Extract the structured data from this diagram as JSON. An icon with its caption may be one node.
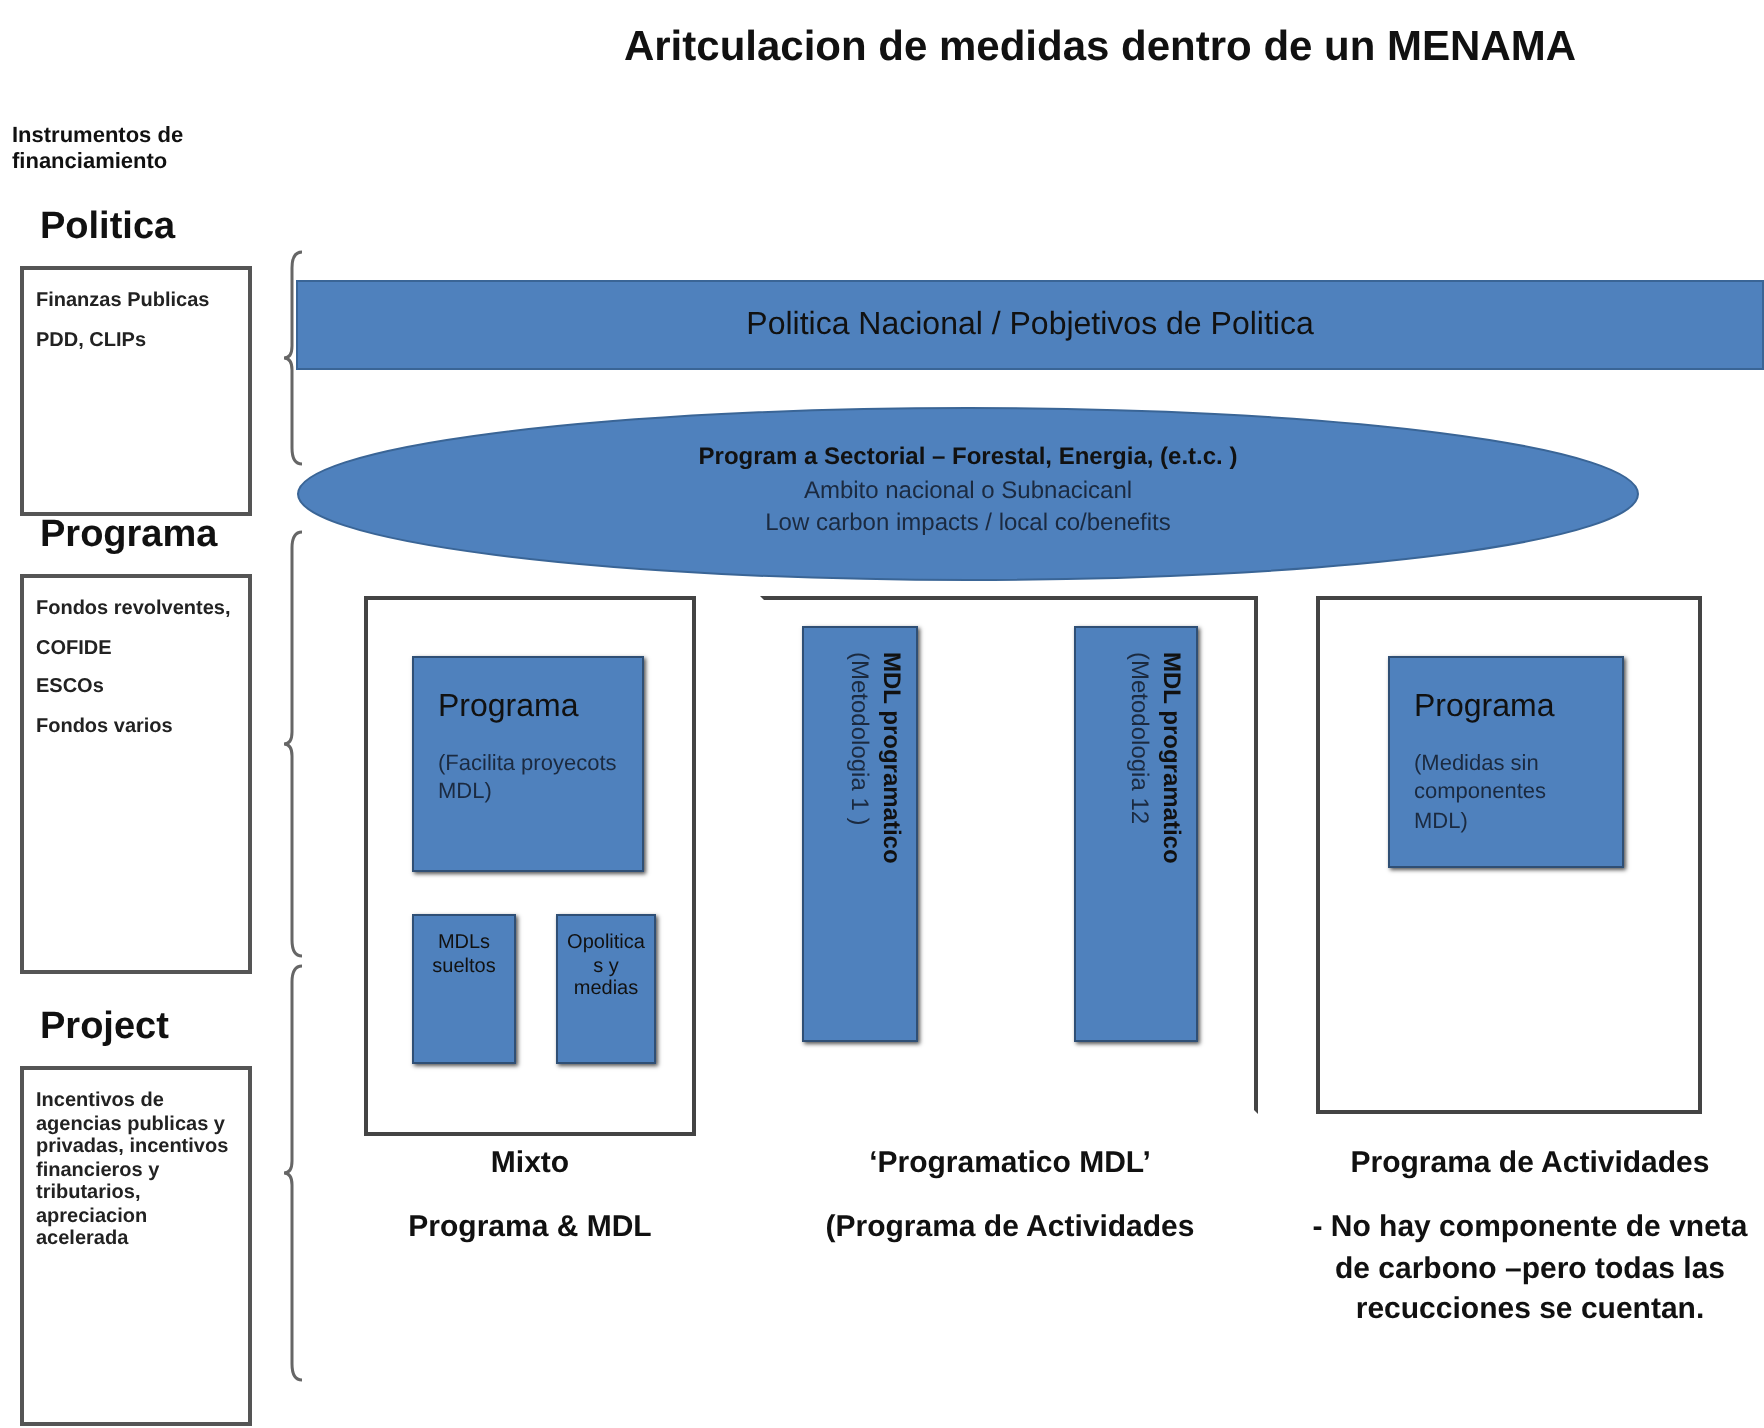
{
  "diagram": {
    "title": "Aritculacion de medidas dentro de un MENAMA",
    "nodes": [
      {
        "text": [
          "Politica",
          "Finanzas Publicas",
          "PDD, CLIPs"
        ]
      },
      {
        "text": [
          "Programa",
          "Fondos revolventes,",
          "COFIDE",
          "ESCOs",
          "Fondos varios"
        ]
      },
      {
        "text": [
          "Project",
          "Incentivos de agencias publicas y privadas, incentivos financieros y tributarios, apreciacion acelerada"
        ]
      },
      {
        "text": [
          "Politica Nacional / Pobjetivos de Politica"
        ]
      },
      {
        "text": [
          "Program a Sectorial – Forestal, Energia,  (e.t.c. )",
          "Ambito nacional o Subnacicanl",
          "Low carbon impacts / local co/benefits"
        ]
      },
      {
        "text": [],
        "shape": "box",
        "beside": [
          "Mixto",
          "Programa & MDL"
        ]
      },
      {
        "text": [
          "Programa",
          "(Facilita proyecots MDL)"
        ],
        "in": 5
      },
      {
        "text": [
          "MDLs sueltos"
        ],
        "in": 5
      },
      {
        "text": [
          "Opoliticas y medias"
        ],
        "in": 5
      },
      {
        "text": [],
        "shape": "box",
        "beside": [
          "‘Programatico MDL’",
          "(Programa de  Actividades"
        ]
      },
      {
        "text": [
          "MDL programatico",
          "(Metodologia 1 )"
        ],
        "in": 9
      },
      {
        "text": [
          "MDL programatico",
          "(Metodologia 12"
        ],
        "in": 9
      },
      {
        "text": [],
        "shape": "box",
        "beside": [
          "Programa de Actividades",
          "- No  hay componente de vneta de carbono –pero todas las recucciones se cuentan."
        ]
      },
      {
        "text": [
          "Programa",
          "(Medidas sin componentes MDL)"
        ],
        "in": 12
      }
    ],
    "edges": [],
    "labels": [
      "Instrumentos de financiamiento"
    ]
  }
}
